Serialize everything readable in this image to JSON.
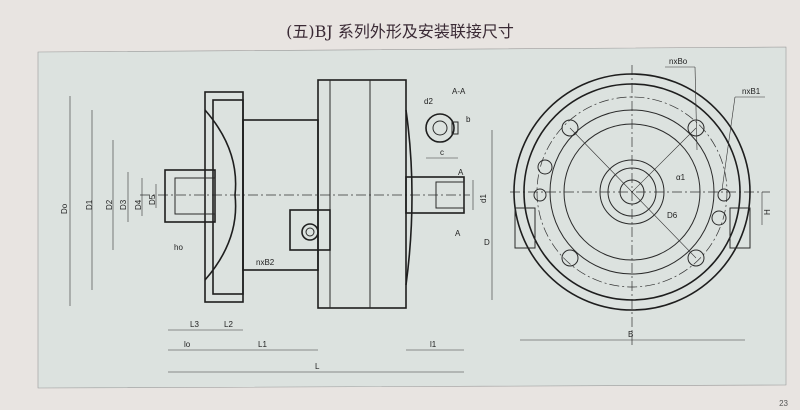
{
  "title": "(五)BJ 系列外形及安装联接尺寸",
  "labels": {
    "Do": "Do",
    "D1": "D1",
    "D2": "D2",
    "D3": "D3",
    "D4": "D4",
    "D5": "D5",
    "ho": "ho",
    "nxB2": "nxB2",
    "L3": "L3",
    "L2": "L2",
    "lo": "lo",
    "L1": "L1",
    "L": "L",
    "l1": "l1",
    "D": "D",
    "d1": "d1",
    "A_top": "A",
    "A_bottom": "A",
    "section": "A-A",
    "d2": "d2",
    "b": "b",
    "c": "c",
    "nxBo": "nxBo",
    "nxB1": "nxB1",
    "alpha1": "α1",
    "D6": "D6",
    "H": "H",
    "B": "B"
  },
  "page_number": "23"
}
